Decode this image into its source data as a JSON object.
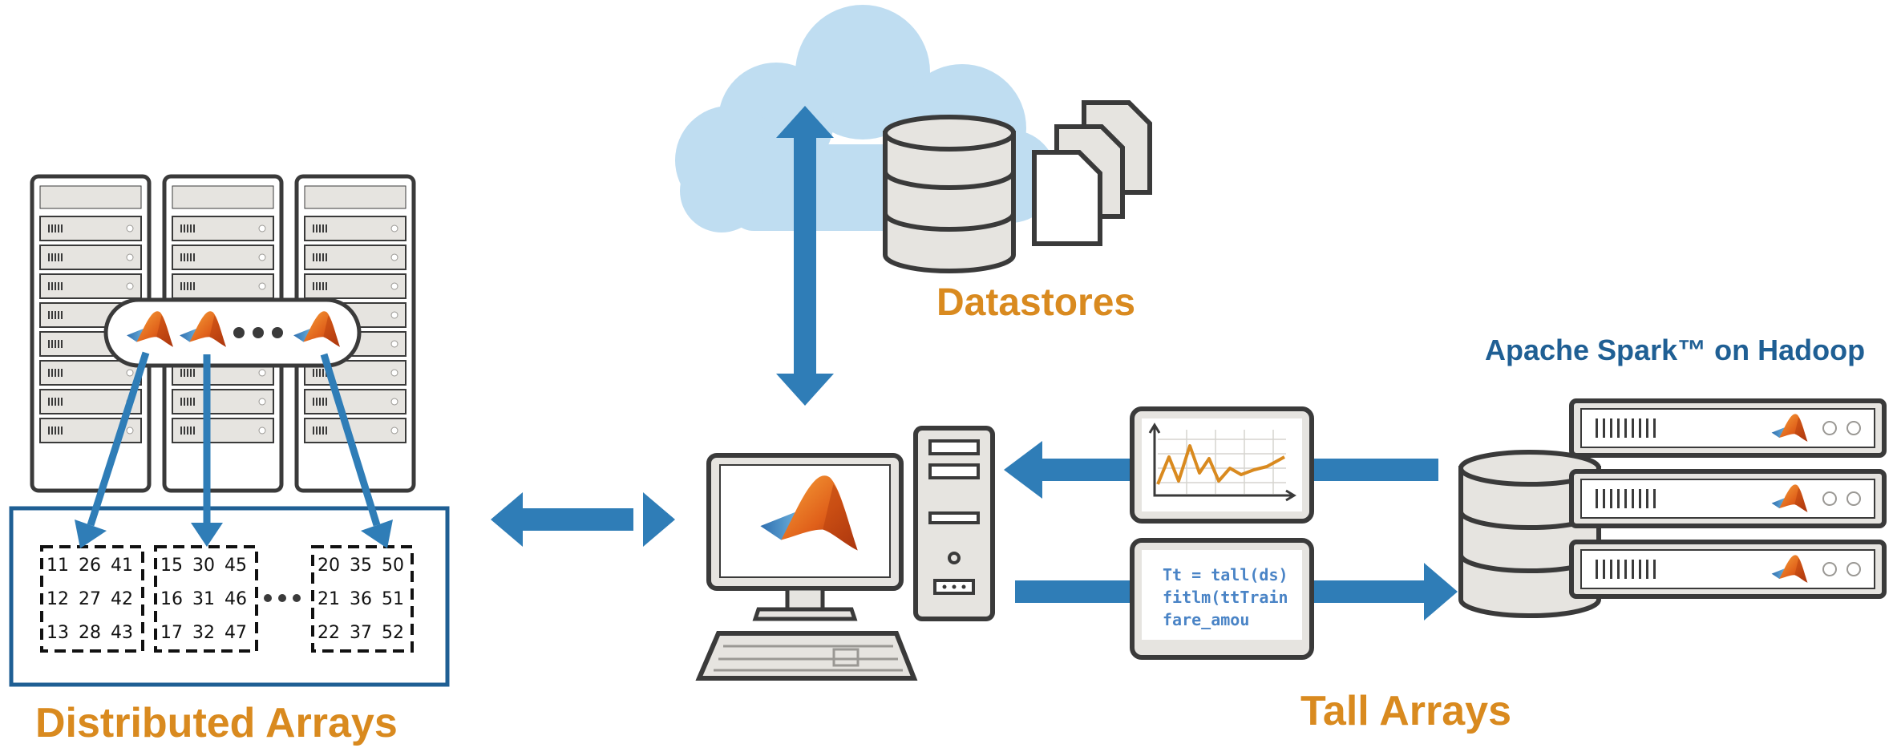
{
  "labels": {
    "distributed_arrays": "Distributed Arrays",
    "datastores": "Datastores",
    "tall_arrays": "Tall Arrays",
    "spark_on_hadoop": "Apache Spark™ on Hadoop"
  },
  "arrays": {
    "block1": [
      [
        "11",
        "26",
        "41"
      ],
      [
        "12",
        "27",
        "42"
      ],
      [
        "13",
        "28",
        "43"
      ]
    ],
    "block2": [
      [
        "15",
        "30",
        "45"
      ],
      [
        "16",
        "31",
        "46"
      ],
      [
        "17",
        "32",
        "47"
      ]
    ],
    "block3": [
      [
        "20",
        "35",
        "50"
      ],
      [
        "21",
        "36",
        "51"
      ],
      [
        "22",
        "37",
        "52"
      ]
    ]
  },
  "code_lines": [
    "Tt = tall(ds)",
    "fitlm(ttTrain",
    "fare_amou"
  ],
  "colors": {
    "arrow_blue": "#2F7DB7",
    "label_orange": "#D98A1F",
    "label_blue": "#1F5F94",
    "cloud": "#BFDDF1",
    "outline": "#3A3A3A",
    "device_fill": "#E6E4E0"
  },
  "icons": [
    "server-rack-icon",
    "matlab-logo-icon",
    "cloud-icon",
    "database-icon",
    "document-stack-icon",
    "desktop-monitor-icon",
    "pc-tower-icon",
    "keyboard-icon",
    "line-chart-icon",
    "rack-server-icon"
  ]
}
